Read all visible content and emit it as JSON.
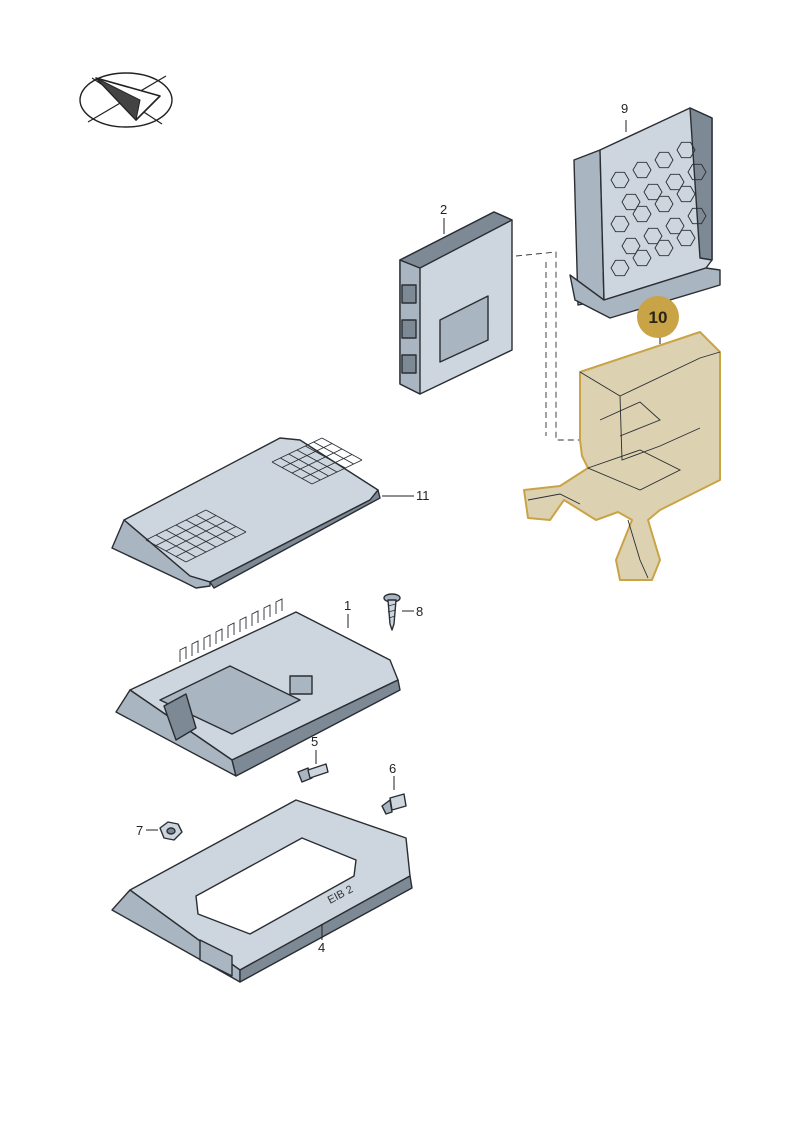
{
  "diagram": {
    "colors": {
      "part_fill": "#cdd6de",
      "part_shade": "#a9b5c0",
      "part_dark": "#7d8a96",
      "highlight_fill": "#d6c9a3",
      "highlight_stroke": "#c9a447",
      "badge_fill": "#c9a447"
    },
    "logo_icon": "paper-plane-in-ellipse-icon",
    "callouts": {
      "c1": "1",
      "c2": "2",
      "c4": "4",
      "c5": "5",
      "c6": "6",
      "c7": "7",
      "c8": "8",
      "c9": "9",
      "c10": "10",
      "c11": "11"
    },
    "stamp_text": "EIB 2"
  }
}
